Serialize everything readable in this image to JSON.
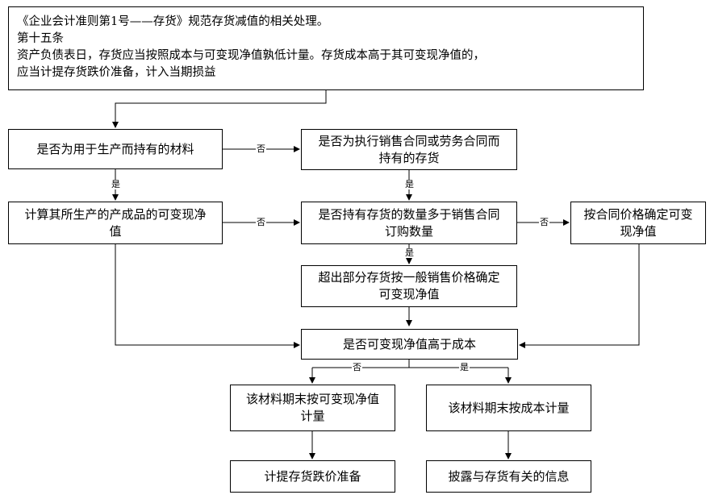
{
  "header": {
    "line1": "《企业会计准则第1号——存货》规范存货减值的相关处理。",
    "line2": "第十五条",
    "line3": "资产负债表日，存货应当按照成本与可变现净值孰低计量。存货成本高于其可变现净值的，",
    "line4": "应当计提存货跌价准备，计入当期损益"
  },
  "nodes": {
    "q_material": "是否为用于生产而持有的材料",
    "q_contract": "是否为执行销售合同或劳务合同而持有的存货",
    "calc_product": "计算其所生产的产成品的可变现净值",
    "q_quantity": "是否持有存货的数量多于销售合同订购数量",
    "contract_price": "按合同价格确定可变现净值",
    "excess_general": "超出部分存货按一般销售价格确定可变现净值",
    "q_nrv_cost": "是否可变现净值高于成本",
    "measure_nrv": "该材料期末按可变现净值计量",
    "measure_cost": "该材料期末按成本计量",
    "provision": "计提存货跌价准备",
    "disclose": "披露与存货有关的信息"
  },
  "edge_labels": {
    "no_1": "否",
    "yes_1": "是",
    "yes_2": "是",
    "no_2": "否",
    "no_3": "否",
    "yes_3": "是",
    "no_4": "否",
    "yes_4": "是"
  }
}
